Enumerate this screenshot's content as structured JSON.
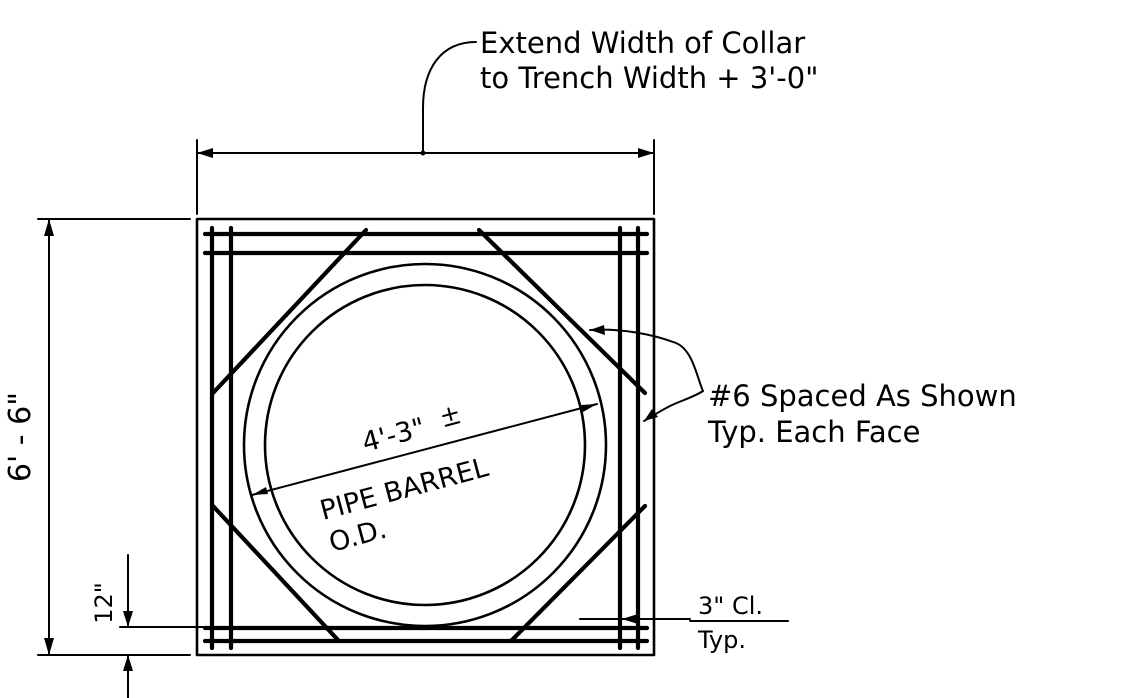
{
  "labels": {
    "collar_note_line1": "Extend Width of Collar",
    "collar_note_line2": "to Trench Width + 3'-0\"",
    "height_dim": "6' - 6\"",
    "diameter_dim": "4'-3\"",
    "pipe_barrel_line1": "PIPE BARREL",
    "pipe_barrel_line2": "O.D.",
    "rebar_note_line1": "#6 Spaced As Shown",
    "rebar_note_line2": "Typ. Each Face",
    "cover_note_line1": "3\" Cl.",
    "cover_note_line2": "Typ.",
    "offset_dim": "12\""
  }
}
